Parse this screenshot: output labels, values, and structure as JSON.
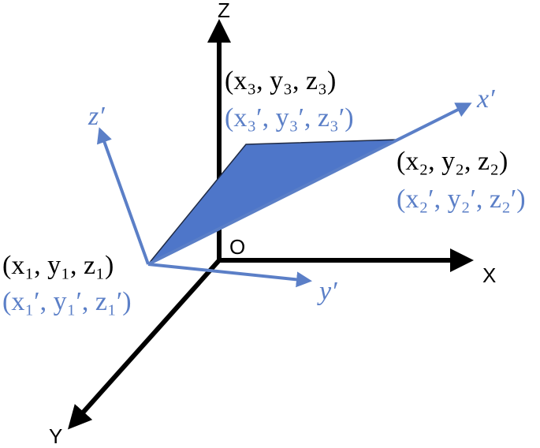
{
  "colors": {
    "axis": "#000000",
    "local_axis": "#5B7FC7",
    "triangle_fill": "#4E76C9",
    "triangle_stroke": "#1F2A44",
    "primed_text": "#5B7FC7",
    "text": "#000000"
  },
  "global_axes": {
    "z_label": "Z",
    "x_label": "X",
    "y_label": "Y",
    "origin_label": "O"
  },
  "local_axes": {
    "x_label": "x′",
    "y_label": "y′",
    "z_label": "z′"
  },
  "vertices": [
    {
      "id": "v1",
      "global": "(x₁, y₁, z₁)",
      "local": "(x₁′, y₁′, z₁′)"
    },
    {
      "id": "v2",
      "global": "(x₂, y₂, z₂)",
      "local": "(x₂′, y₂′, z₂′)"
    },
    {
      "id": "v3",
      "global": "(x₃, y₃, z₃)",
      "local": "(x₃′, y₃′, z₃′)"
    }
  ]
}
